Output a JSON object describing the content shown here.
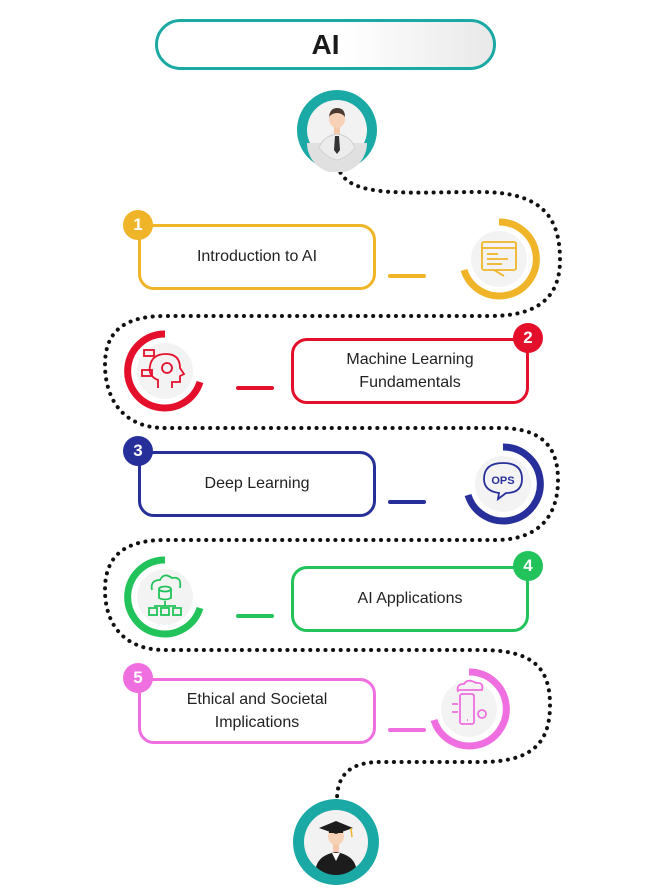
{
  "title": "AI",
  "colors": {
    "teal": "#1aa9a4",
    "path": "#111111"
  },
  "top_icon": "businessman-avatar-icon",
  "bottom_icon": "graduate-avatar-icon",
  "steps": [
    {
      "number": "1",
      "label": "Introduction to AI",
      "color": "#f0b429",
      "icon": "code-window-icon"
    },
    {
      "number": "2",
      "label": "Machine Learning\nFundamentals",
      "color": "#e4102b",
      "icon": "brain-gear-icon"
    },
    {
      "number": "3",
      "label": "Deep Learning",
      "color": "#27309a",
      "icon": "ops-chat-bubble-icon"
    },
    {
      "number": "4",
      "label": "AI Applications",
      "color": "#22c35a",
      "icon": "cloud-database-network-icon"
    },
    {
      "number": "5",
      "label": "Ethical and Societal\nImplications",
      "color": "#ef6fe0",
      "icon": "mobile-cloud-gear-icon"
    }
  ]
}
